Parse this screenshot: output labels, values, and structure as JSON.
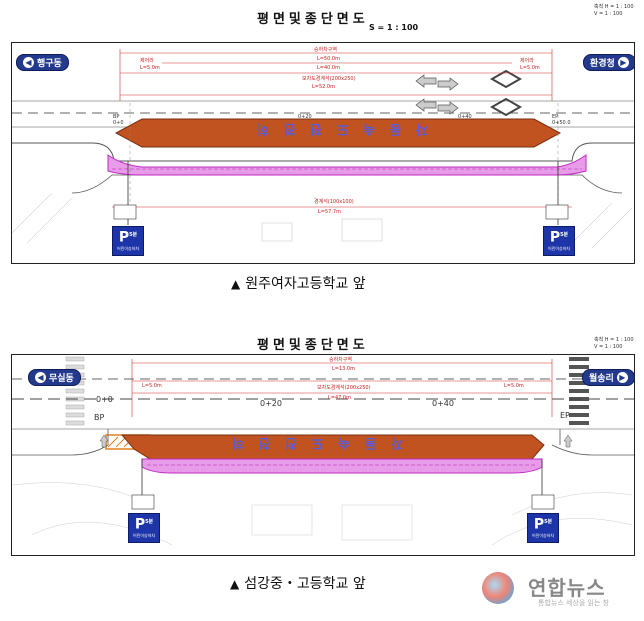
{
  "drawing1": {
    "title": "평면및종단면도",
    "scale_center": "S = 1 : 100",
    "scale_right_h": "축척 H = 1 : 100",
    "scale_right_v": "V = 1 : 100",
    "sign_left": "행구동",
    "sign_right": "환경청",
    "road_text": "자 동 속 도 천 천 히",
    "sta_0": "0+0",
    "sta_20": "0+20",
    "sta_40": "0+40",
    "bp": "BP",
    "ep": "EP",
    "ep_sta": "0+50.0",
    "dim_top1": "승하차구역",
    "dim_top2": "L=50.0m",
    "dim_top3": "L=40.0m",
    "dim_mid1": "보차도경계석(200x250)",
    "dim_mid2": "L=52.0m",
    "dim_left1": "제어라",
    "dim_left2": "L=5.0m",
    "dim_right1": "제어라",
    "dim_right2": "L=5.0m",
    "dim_bottom1": "경계석(100x100)",
    "dim_bottom2": "L=57.7m",
    "caption": "원주여자고등학교 앞",
    "caption_tri": "▲"
  },
  "drawing2": {
    "title": "평면및종단면도",
    "scale_right_h": "축척 H = 1 : 100",
    "scale_right_v": "V = 1 : 100",
    "sign_left": "무실동",
    "sign_right": "월송리",
    "road_text": "자 동 속 도 천 천 히",
    "sta_0": "0+0",
    "sta_20": "0+20",
    "sta_40": "0+40",
    "bp": "BP",
    "ep": "EP",
    "dim_top1": "승하차구역",
    "dim_top2": "L=13.0m",
    "dim_mid1": "보차도경계석(200x250)",
    "dim_mid2": "L=47.0m",
    "dim_left": "L=5.0m",
    "dim_right": "L=5.0m",
    "caption": "섬강중・고등학교 앞",
    "caption_tri": "▲"
  },
  "parking_label": "P",
  "parking_sub": "5분",
  "parking_note": "어린이승하차",
  "watermark": "연합뉴스",
  "watermark_sub": "통합뉴스 세상을 읽는 창",
  "colors": {
    "accent_brown": "#c0531f",
    "pink": "#d84fd8",
    "sign_blue": "#233a8c",
    "parking_blue": "#1d35a8",
    "road_text": "#5b5bd6"
  }
}
